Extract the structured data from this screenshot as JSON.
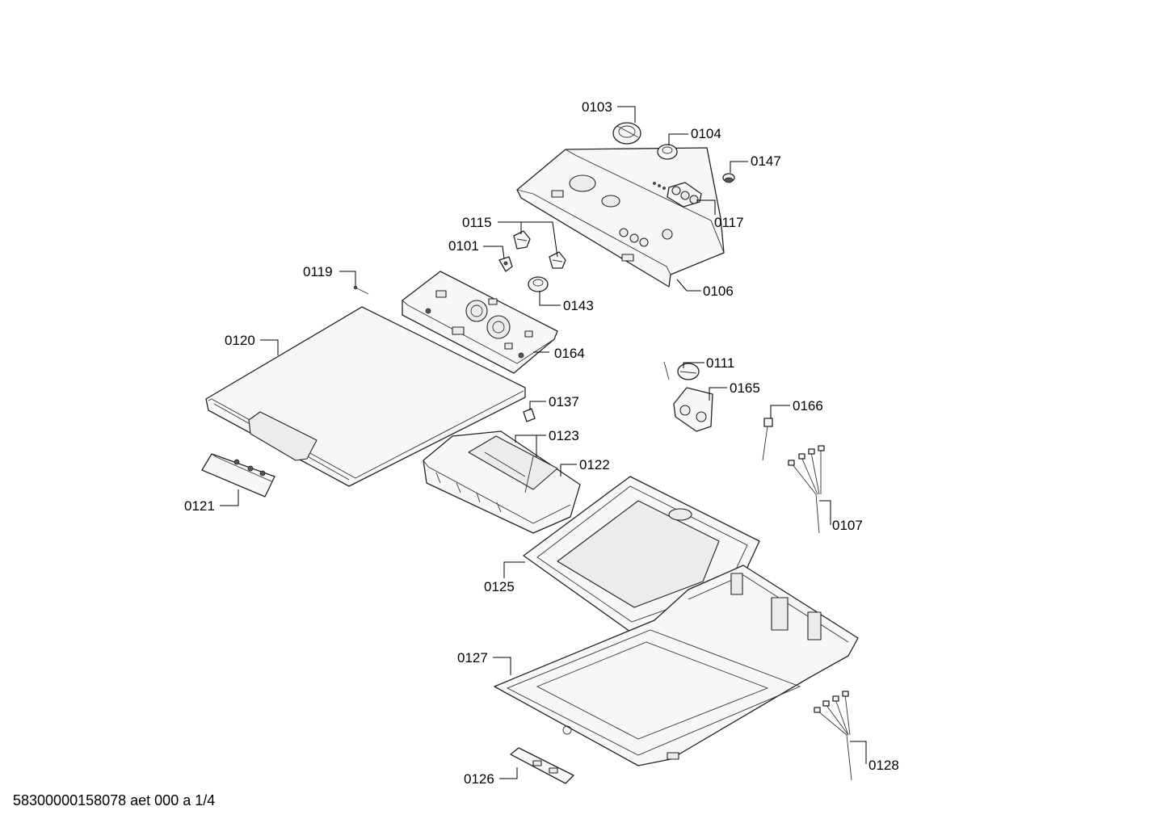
{
  "callouts": {
    "p0103": "0103",
    "p0104": "0104",
    "p0147": "0147",
    "p0117": "0117",
    "p0106": "0106",
    "p0115": "0115",
    "p0101": "0101",
    "p0143": "0143",
    "p0119": "0119",
    "p0164": "0164",
    "p0120": "0120",
    "p0111": "0111",
    "p0165": "0165",
    "p0166": "0166",
    "p0137": "0137",
    "p0123": "0123",
    "p0122": "0122",
    "p0121": "0121",
    "p0107": "0107",
    "p0125": "0125",
    "p0127": "0127",
    "p0126": "0126",
    "p0128": "0128"
  },
  "footer": {
    "document_ref": "58300000158078 aet 000 a 1/4"
  }
}
